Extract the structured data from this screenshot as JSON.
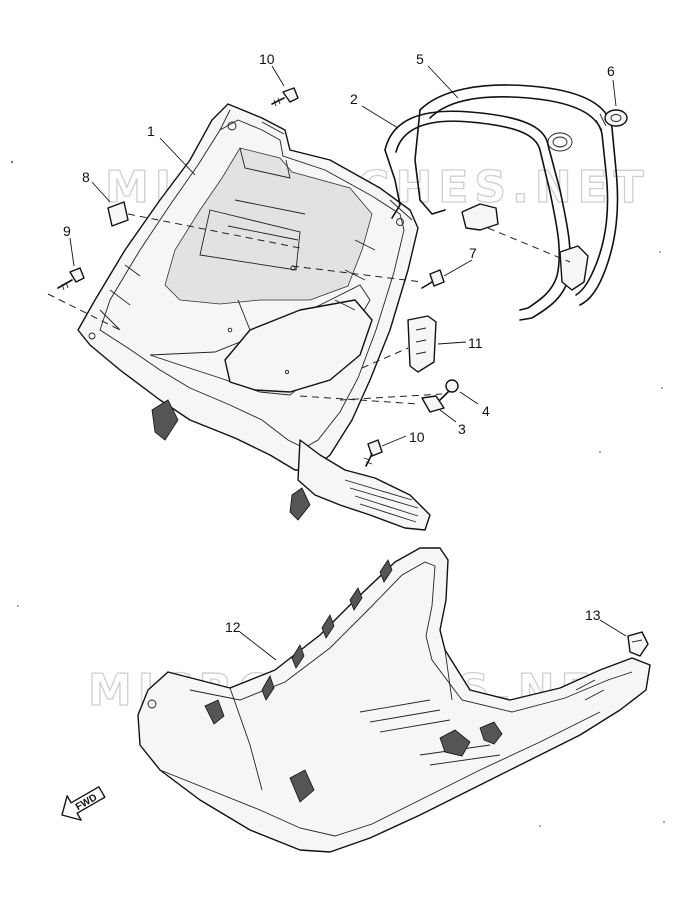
{
  "watermark": "MICROFICHES.NET",
  "fwd_label": "FWD",
  "callouts": [
    {
      "id": "c1",
      "label": "1"
    },
    {
      "id": "c2",
      "label": "2"
    },
    {
      "id": "c3",
      "label": "3"
    },
    {
      "id": "c4",
      "label": "4"
    },
    {
      "id": "c5",
      "label": "5"
    },
    {
      "id": "c6",
      "label": "6"
    },
    {
      "id": "c7",
      "label": "7"
    },
    {
      "id": "c8",
      "label": "8"
    },
    {
      "id": "c9",
      "label": "9"
    },
    {
      "id": "c10a",
      "label": "10"
    },
    {
      "id": "c10b",
      "label": "10"
    },
    {
      "id": "c11",
      "label": "11"
    },
    {
      "id": "c12",
      "label": "12"
    },
    {
      "id": "c13",
      "label": "13"
    }
  ]
}
